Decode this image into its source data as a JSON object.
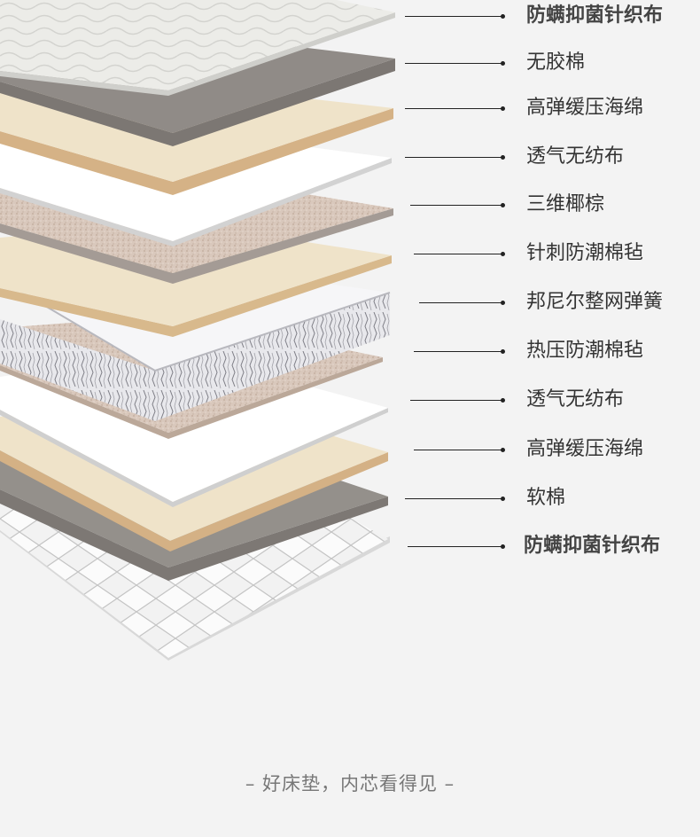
{
  "layers": [
    {
      "label": "防螨抑菌针织布",
      "bold": true,
      "icon": "knit-fabric-top-layer"
    },
    {
      "label": "无胶棉",
      "bold": false,
      "icon": "glue-free-cotton-layer"
    },
    {
      "label": "高弹缓压海绵",
      "bold": false,
      "icon": "foam-layer"
    },
    {
      "label": "透气无纺布",
      "bold": false,
      "icon": "nonwoven-layer"
    },
    {
      "label": "三维椰棕",
      "bold": false,
      "icon": "coconut-fiber-layer"
    },
    {
      "label": "针刺防潮棉毡",
      "bold": false,
      "icon": "felt-layer"
    },
    {
      "label": "邦尼尔整网弹簧",
      "bold": false,
      "icon": "spring-unit-layer"
    },
    {
      "label": "热压防潮棉毡",
      "bold": false,
      "icon": "felt-layer"
    },
    {
      "label": "透气无纺布",
      "bold": false,
      "icon": "nonwoven-layer"
    },
    {
      "label": "高弹缓压海绵",
      "bold": false,
      "icon": "foam-layer"
    },
    {
      "label": "软棉",
      "bold": false,
      "icon": "soft-cotton-layer"
    },
    {
      "label": "防螨抑菌针织布",
      "bold": true,
      "icon": "quilted-fabric-bottom-layer"
    }
  ],
  "colors": {
    "background": "#f3f3f3",
    "white_knit": "#e9e9e6",
    "gray": "#8f8a86",
    "beige": "#efe2c8",
    "beige_edge": "#d6b88d",
    "white": "#ffffff",
    "coir": "#d6c3b6",
    "spring": "#f4f4f6",
    "quilt": "#ececec"
  },
  "footer": {
    "text": "– 好床垫，内芯看得见 –"
  }
}
